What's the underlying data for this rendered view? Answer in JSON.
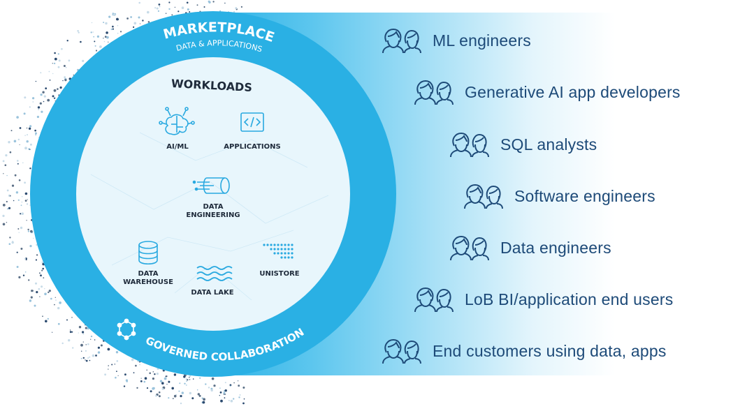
{
  "ring": {
    "top_title": "MARKETPLACE",
    "top_subtitle": "DATA & APPLICATIONS",
    "bottom_title": "GOVERNED COLLABORATION"
  },
  "core": {
    "title": "WORKLOADS",
    "workloads": {
      "aiml": "AI/ML",
      "applications": "APPLICATIONS",
      "data_engineering_line1": "DATA",
      "data_engineering_line2": "ENGINEERING",
      "data_warehouse_line1": "DATA",
      "data_warehouse_line2": "WAREHOUSE",
      "data_lake": "DATA LAKE",
      "unistore": "UNISTORE"
    }
  },
  "personas": [
    "ML engineers",
    "Generative AI app developers",
    "SQL analysts",
    "Software engineers",
    "Data engineers",
    "LoB BI/application end users",
    "End customers using data, apps"
  ],
  "colors": {
    "ring": "#2ab0e4",
    "core": "#e8f6fc",
    "icon": "#29a9e0",
    "persona_text": "#1d4a78"
  }
}
